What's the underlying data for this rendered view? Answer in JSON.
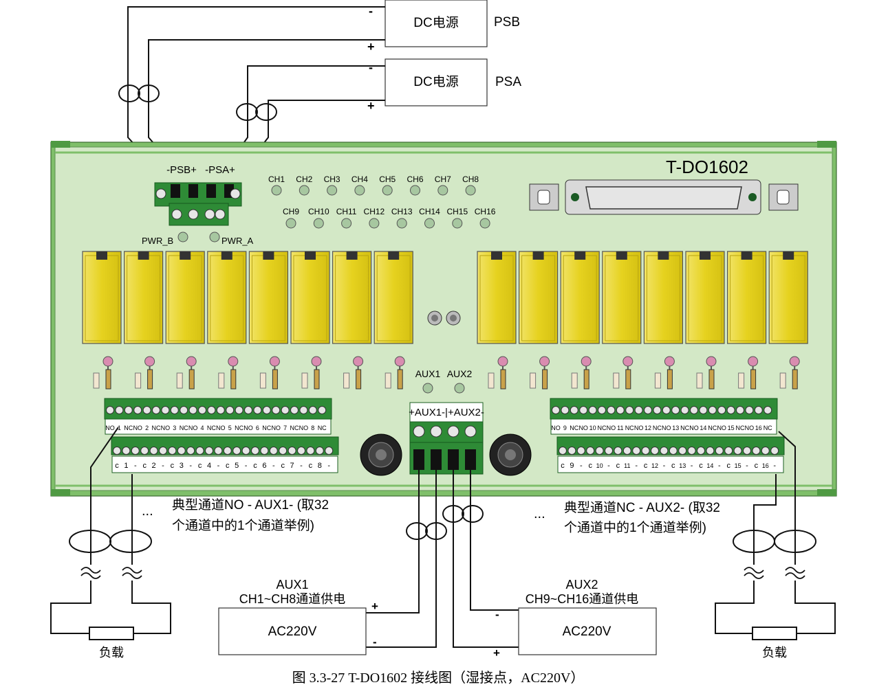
{
  "device": {
    "model": "T-DO1602",
    "pwr_b": "PWR_B",
    "pwr_a": "PWR_A",
    "psb_terminal": "-PSB+",
    "psa_terminal": "-PSA+",
    "aux_led_1": "AUX1",
    "aux_led_2": "AUX2",
    "aux_terminal": "+AUX1-|+AUX2-",
    "channel_leds_top": [
      "CH1",
      "CH2",
      "CH3",
      "CH4",
      "CH5",
      "CH6",
      "CH7",
      "CH8"
    ],
    "channel_leds_bottom": [
      "CH9",
      "CH10",
      "CH11",
      "CH12",
      "CH13",
      "CH14",
      "CH15",
      "CH16"
    ],
    "no_nc_left": [
      "NO",
      "1",
      "NC",
      "NO",
      "2",
      "NC",
      "NO",
      "3",
      "NC",
      "NO",
      "4",
      "NC",
      "NO",
      "5",
      "NC",
      "NO",
      "6",
      "NC",
      "NO",
      "7",
      "NC",
      "NO",
      "8",
      "NC"
    ],
    "c_left": [
      "c",
      "1",
      "-",
      "c",
      "2",
      "-",
      "c",
      "3",
      "-",
      "c",
      "4",
      "-",
      "c",
      "5",
      "-",
      "c",
      "6",
      "-",
      "c",
      "7",
      "-",
      "c",
      "8",
      "-"
    ],
    "no_nc_right": [
      "NO",
      "9",
      "NC",
      "NO",
      "10",
      "NC",
      "NO",
      "11",
      "NC",
      "NO",
      "12",
      "NC",
      "NO",
      "13",
      "NC",
      "NO",
      "14",
      "NC",
      "NO",
      "15",
      "NC",
      "NO",
      "16",
      "NC"
    ],
    "c_right": [
      "c",
      "9",
      "-",
      "c",
      "10",
      "-",
      "c",
      "11",
      "-",
      "c",
      "12",
      "-",
      "c",
      "13",
      "-",
      "c",
      "14",
      "-",
      "c",
      "15",
      "-",
      "c",
      "16",
      "-"
    ]
  },
  "power_supplies": {
    "psb": {
      "box": "DC电源",
      "name": "PSB",
      "minus": "-",
      "plus": "+"
    },
    "psa": {
      "box": "DC电源",
      "name": "PSA",
      "minus": "-",
      "plus": "+"
    }
  },
  "aux_supplies": {
    "aux1": {
      "title": "AUX1",
      "subtitle": "CH1~CH8通道供电",
      "box": "AC220V",
      "plus": "+",
      "minus": "-"
    },
    "aux2": {
      "title": "AUX2",
      "subtitle": "CH9~CH16通道供电",
      "box": "AC220V",
      "minus": "-",
      "plus": "+"
    }
  },
  "annotations": {
    "left_line1": "典型通道NO - AUX1- (取32",
    "left_line2": "个通道中的1个通道举例)",
    "right_line1": "典型通道NC - AUX2- (取32",
    "right_line2": "个通道中的1个通道举例)",
    "ellipsis": "...",
    "load_left": "负载",
    "load_right": "负载"
  },
  "caption": "图 3.3-27 T-DO1602 接线图（湿接点，AC220V）",
  "colors": {
    "board": "#cfe6c3",
    "rail": "#7fbf6a",
    "relay": "#e8d52a",
    "terminal": "#2e8b36",
    "led": "#a7c7a0",
    "pink_led": "#d98cb0"
  }
}
